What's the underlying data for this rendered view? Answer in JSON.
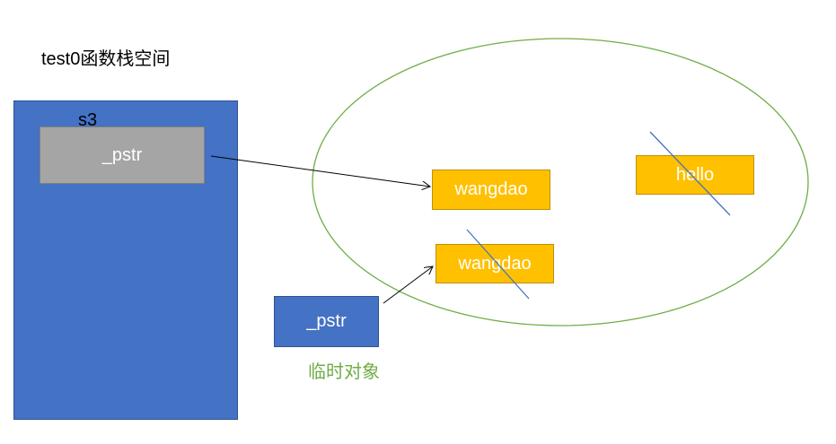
{
  "title": "test0函数栈空间",
  "stack": {
    "object_label": "s3",
    "pointer_label": "_pstr"
  },
  "heap": {
    "strings": [
      {
        "text": "wangdao",
        "crossed_out": false
      },
      {
        "text": "wangdao",
        "crossed_out": true
      },
      {
        "text": "hello",
        "crossed_out": true
      }
    ]
  },
  "temporary": {
    "pointer_label": "_pstr",
    "caption": "临时对象"
  },
  "colors": {
    "stack_frame": "#4472c4",
    "pointer_box": "#a5a5a5",
    "string_box": "#ffc000",
    "heap_outline": "#70ad47",
    "strike_line": "#4472c4",
    "caption": "#70ad47"
  }
}
